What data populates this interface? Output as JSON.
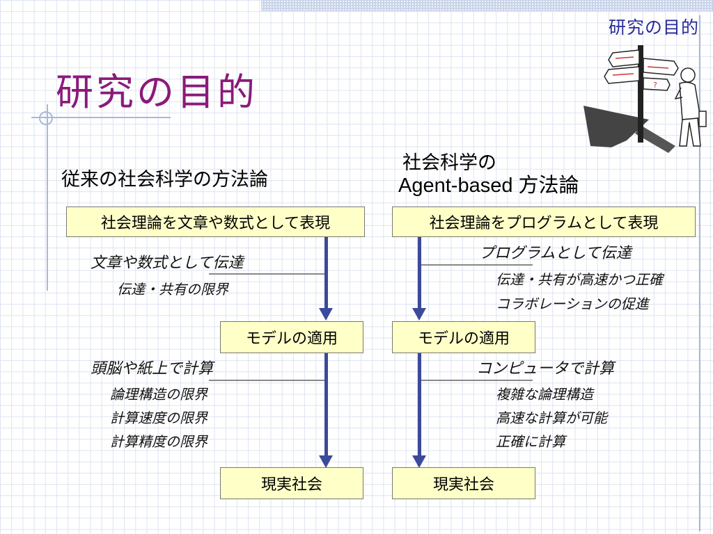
{
  "header": {
    "section_label": "研究の目的"
  },
  "slide": {
    "title": "研究の目的"
  },
  "left": {
    "heading": "従来の社会科学の方法論",
    "box1": "社会理論を文章や数式として表現",
    "note1": "文章や数式として伝達",
    "sub1": [
      "伝達・共有の限界"
    ],
    "box2": "モデルの適用",
    "note2": "頭脳や紙上で計算",
    "sub2": [
      "論理構造の限界",
      "計算速度の限界",
      "計算精度の限界"
    ],
    "box3": "現実社会"
  },
  "right": {
    "heading_line1": "社会科学の",
    "heading_line2": "Agent-based 方法論",
    "box1": "社会理論をプログラムとして表現",
    "note1": "プログラムとして伝達",
    "sub1": [
      "伝達・共有が高速かつ正確",
      "コラボレーションの促進"
    ],
    "box2": "モデルの適用",
    "note2": "コンピュータで計算",
    "sub2": [
      "複雑な論理構造",
      "高速な計算が可能",
      "正確に計算"
    ],
    "box3": "現実社会"
  },
  "illustration": {
    "icon": "signpost-person-clipart-icon"
  },
  "colors": {
    "title": "#8a1a7a",
    "header": "#2a2a9a",
    "box_fill": "#ffffc8",
    "arrow": "#3c4a9a",
    "grid": "#dde3f1"
  }
}
